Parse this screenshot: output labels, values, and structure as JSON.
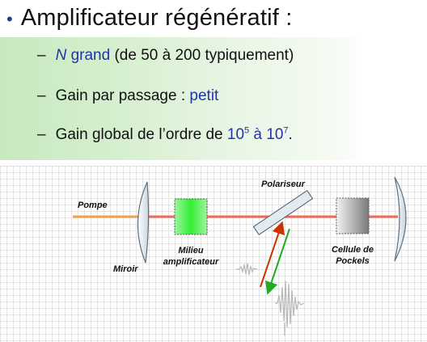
{
  "title": {
    "bullet": "•",
    "text": "Amplificateur régénératif :"
  },
  "bullets": [
    {
      "dash": "–",
      "n_symbol": "N",
      "n_text": " grand",
      "rest": " (de 50 à 200 typiquement)"
    },
    {
      "dash": "–",
      "text": "Gain par passage : ",
      "highlight": "petit"
    },
    {
      "dash": "–",
      "text": "Gain global de l’ordre de ",
      "base1": "10",
      "exp1": "5",
      "mid": " à ",
      "base2": "10",
      "exp2": "7",
      "end": "."
    }
  ],
  "diagram": {
    "labels": {
      "pump": "Pompe",
      "mirror": "Miroir",
      "gain_medium_line1": "Milieu",
      "gain_medium_line2": "amplificateur",
      "polarizer": "Polariseur",
      "pockels_line1": "Cellule de",
      "pockels_line2": "Pockels"
    },
    "colors": {
      "pump_beam": "#f0a050",
      "cavity_beam": "#ee6a55",
      "gain_medium": "#66ee66",
      "mirror": "#e6eef5",
      "arrow_red": "#cc3300",
      "arrow_green": "#22aa22",
      "panel_green": "#c7e9c0",
      "text_blue": "#2233aa"
    }
  }
}
